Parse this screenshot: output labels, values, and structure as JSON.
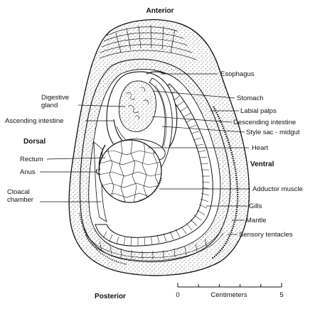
{
  "orientation": {
    "anterior": "Anterior",
    "posterior": "Posterior",
    "dorsal": "Dorsal",
    "ventral": "Ventral"
  },
  "labels": {
    "esophagus": "Esophagus",
    "digestive_gland": [
      "Digestive",
      "gland"
    ],
    "stomach": "Stomach",
    "labial_palps": "Labial palps",
    "ascending_intestine": "Ascending intestine",
    "descending_intestine": "Descending intestine",
    "style_sac": "Style sac - midgut",
    "heart": "Heart",
    "rectum": "Rectum",
    "anus": "Anus",
    "cloacal_chamber": [
      "Cloacal",
      "chamber"
    ],
    "adductor_muscle": "Adductor muscle",
    "gills": "Gills",
    "mantle": "Mantle",
    "sensory_tentacles": "Sensory tentacles"
  },
  "scale_bar": {
    "min": "0",
    "max": "5",
    "unit": "Centimeters"
  },
  "colors": {
    "ink": "#111111",
    "background": "#ffffff"
  }
}
